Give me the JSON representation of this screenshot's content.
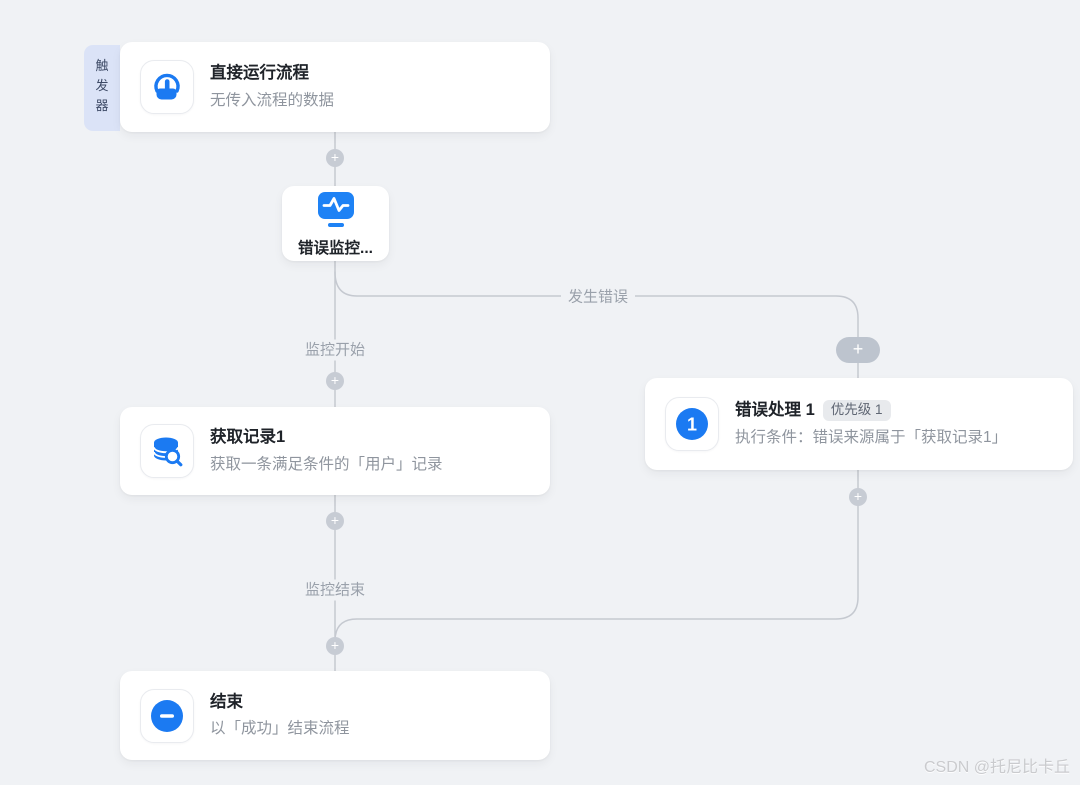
{
  "plus": "+",
  "watermark": "CSDN @托尼比卡丘",
  "colors": {
    "accent": "#1b7af2",
    "line": "#c5c9d0",
    "canvas": "#f0f2f5"
  },
  "trigger": {
    "tag": "触发器",
    "title": "直接运行流程",
    "subtitle": "无传入流程的数据"
  },
  "monitor": {
    "label": "错误监控..."
  },
  "edges": {
    "error": "发生错误",
    "monitor_start": "监控开始",
    "monitor_end": "监控结束"
  },
  "error_handler": {
    "icon_number": "1",
    "title": "错误处理 1",
    "badge": "优先级 1",
    "subtitle": "执行条件：错误来源属于「获取记录1」"
  },
  "get_record": {
    "title": "获取记录1",
    "subtitle": "获取一条满足条件的「用户」记录"
  },
  "end": {
    "title": "结束",
    "subtitle": "以「成功」结束流程"
  }
}
